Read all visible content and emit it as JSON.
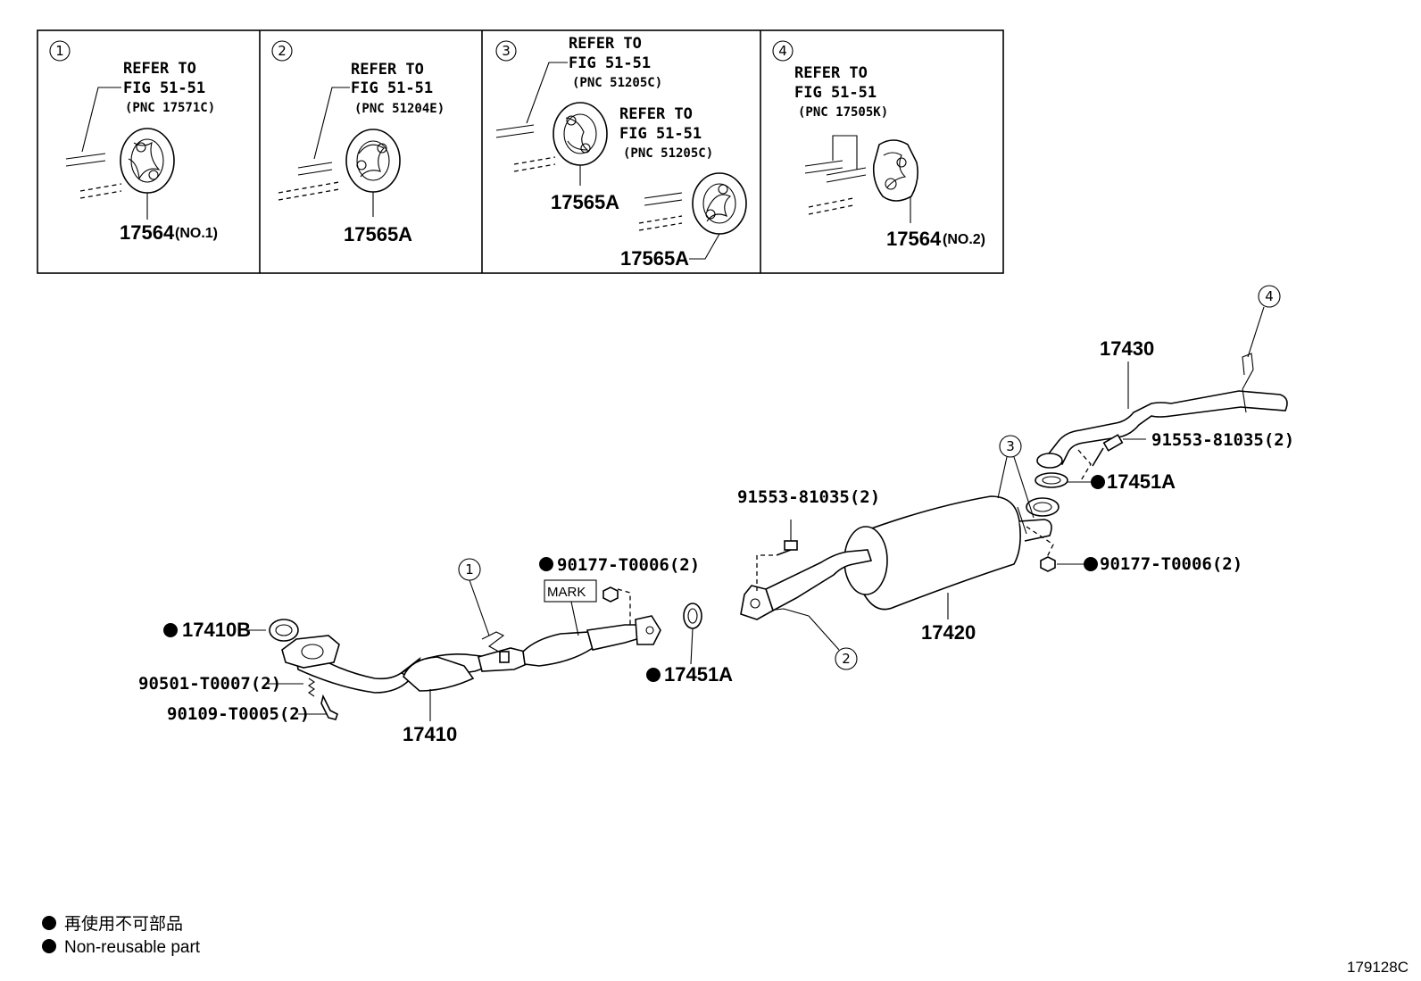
{
  "insets": [
    {
      "number": "1",
      "refer_line1": "REFER TO",
      "refer_line2": "FIG 51-51",
      "pnc": "(PNC 17571C)",
      "part": "17564",
      "suffix": "(NO.1)"
    },
    {
      "number": "2",
      "refer_line1": "REFER TO",
      "refer_line2": "FIG 51-51",
      "pnc": "(PNC 51204E)",
      "part": "17565A"
    },
    {
      "number": "3",
      "refer_line1": "REFER TO",
      "refer_line2": "FIG 51-51",
      "pnc": "(PNC 51205C)",
      "part": "17565A",
      "refer2_line1": "REFER TO",
      "refer2_line2": "FIG 51-51",
      "pnc2": "(PNC 51205C)",
      "part2": "17565A"
    },
    {
      "number": "4",
      "refer_line1": "REFER TO",
      "refer_line2": "FIG 51-51",
      "pnc": "(PNC 17505K)",
      "part": "17564",
      "suffix": "(NO.2)"
    }
  ],
  "parts": {
    "p17430": "17430",
    "p91553_upper": "91553-81035(2)",
    "p17451A_upper": "17451A",
    "p91553_mid": "91553-81035(2)",
    "p90177_right": "90177-T0006(2)",
    "p90177_left": "90177-T0006(2)",
    "mark": "MARK",
    "p17420": "17420",
    "p17410B": "17410B",
    "p17451A_lower": "17451A",
    "p90501": "90501-T0007(2)",
    "p90109": "90109-T0005(2)",
    "p17410": "17410"
  },
  "callouts": {
    "c1": "1",
    "c2": "2",
    "c3": "3",
    "c4": "4"
  },
  "legend": {
    "line_jp": "再使用不可部品",
    "line_en": "Non-reusable part"
  },
  "figure_id": "179128C"
}
